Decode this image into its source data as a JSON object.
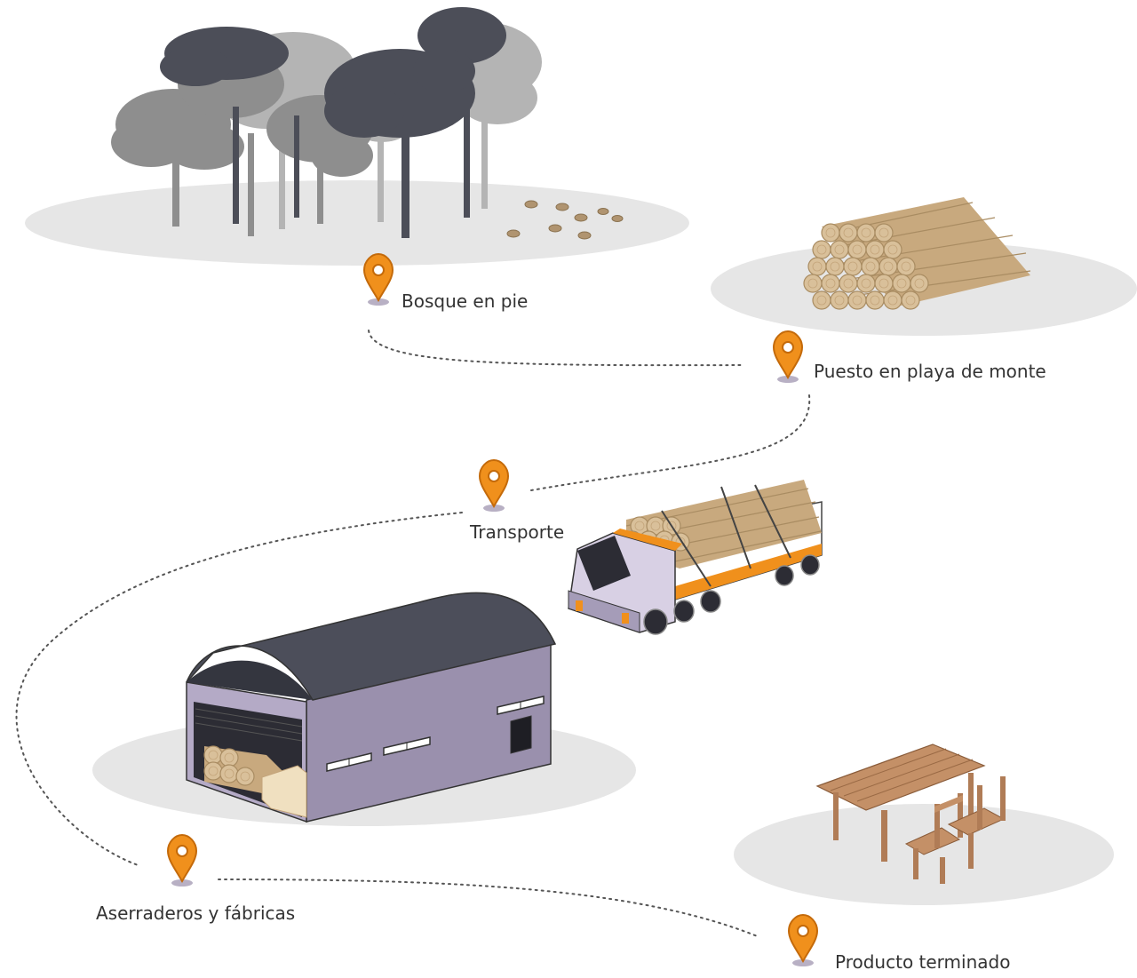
{
  "stages": [
    {
      "id": "bosque",
      "label": "Bosque en pie",
      "icon": "map-pin-icon"
    },
    {
      "id": "playa",
      "label": "Puesto en playa de monte",
      "icon": "map-pin-icon"
    },
    {
      "id": "transporte",
      "label": "Transporte",
      "icon": "map-pin-icon"
    },
    {
      "id": "aserradero",
      "label": "Aserraderos y fábricas",
      "icon": "map-pin-icon"
    },
    {
      "id": "producto",
      "label": "Producto terminado",
      "icon": "map-pin-icon"
    }
  ],
  "colors": {
    "pin": "#f0901c",
    "pin_shadow": "#b8b0c4",
    "ground": "#e6e6e6",
    "path": "#555555",
    "wood": "#c8a97e",
    "wood_end": "#d9c09a",
    "wood_dark": "#a98c62",
    "tree_dark": "#4c4e58",
    "tree_mid": "#8e8e8e",
    "tree_light": "#b4b4b4",
    "building_wall": "#9a90ad",
    "building_roof": "#4c4e5a",
    "truck_cab": "#d8d0e4",
    "truck_stripe": "#f0901c",
    "furniture": "#c49067"
  }
}
